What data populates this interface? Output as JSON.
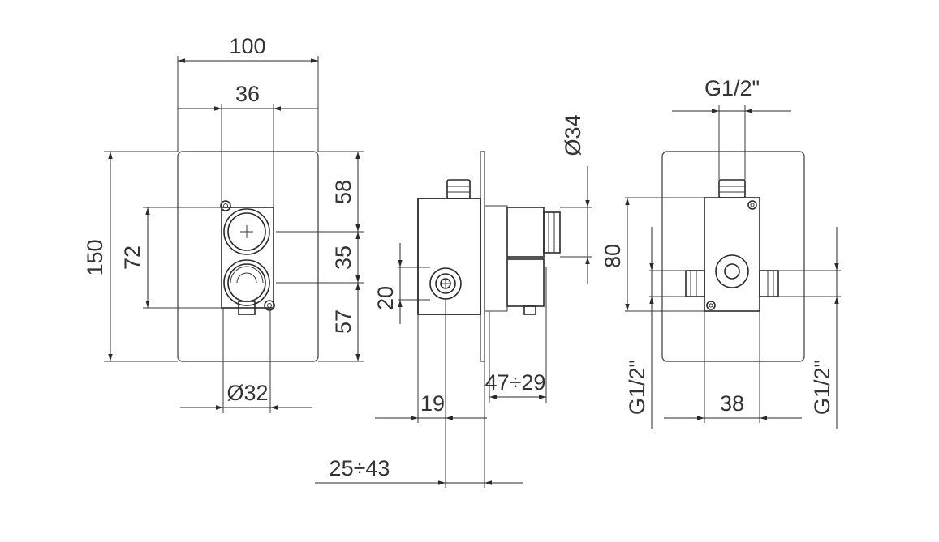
{
  "dimensions": {
    "overall_width": "100",
    "handle_spacing": "36",
    "overall_height": "150",
    "control_height": "72",
    "top_offset": "58",
    "handle_pitch": "35",
    "bottom_offset": "57",
    "knob_diameter": "Ø32",
    "side_connector_height": "20",
    "body_depth": "19",
    "install_depth": "25÷43",
    "extension_depth": "47÷29",
    "handle_diameter": "Ø34",
    "side_height": "80",
    "connector_top": "G1/2\"",
    "connector_left": "G1/2\"",
    "connector_right": "G1/2\"",
    "connector_spacing": "38"
  },
  "colors": {
    "line": "#2a2a2a",
    "text": "#333333",
    "background": "#ffffff"
  }
}
